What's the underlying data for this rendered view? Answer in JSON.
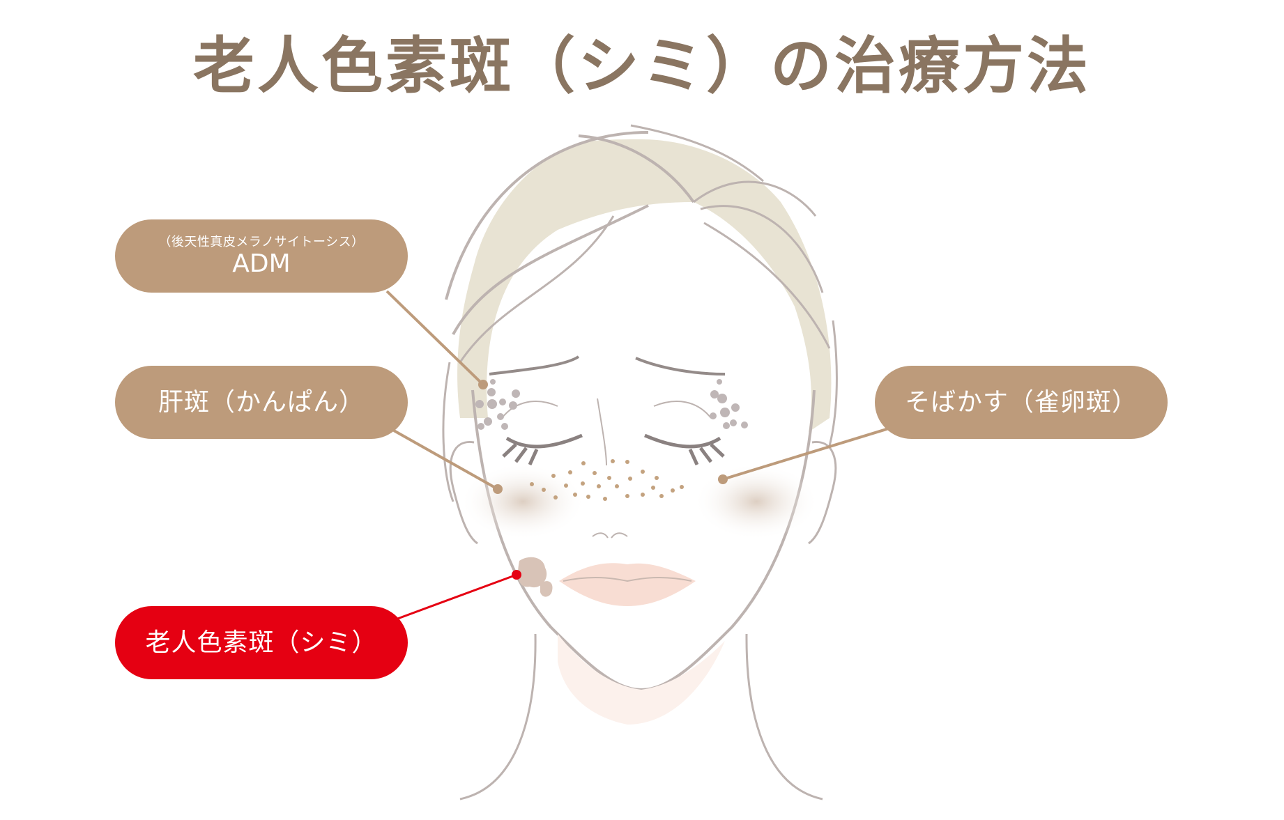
{
  "title": "老人色素斑（シミ）の治療方法",
  "colors": {
    "title": "#8a7561",
    "label_bg": "#bd9b7b",
    "highlight_bg": "#e50012",
    "hair": "#e8e3d3",
    "outline": "#bdb3b0",
    "lips": "#f8ddd3",
    "spots_gray": "#bfb6b6",
    "freckles": "#c3a27f"
  },
  "labels": [
    {
      "id": "adm",
      "sub": "（後天性真皮メラノサイトーシス）",
      "main": "ADM",
      "highlighted": false
    },
    {
      "id": "kanpan",
      "main": "肝斑（かんぱん）",
      "highlighted": false
    },
    {
      "id": "rojin",
      "main": "老人色素斑（シミ）",
      "highlighted": true
    },
    {
      "id": "sobakasu",
      "main": "そばかす（雀卵斑）",
      "highlighted": false
    }
  ]
}
